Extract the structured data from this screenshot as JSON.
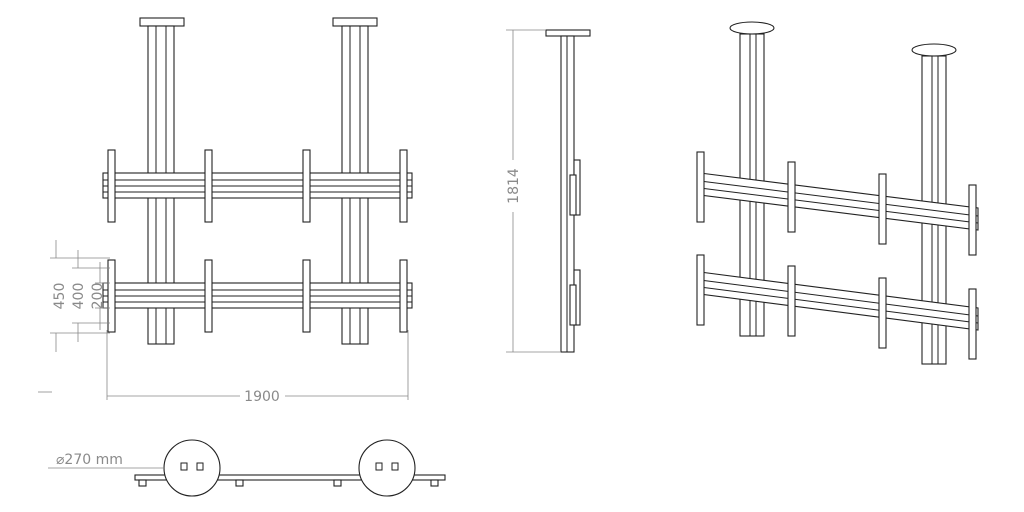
{
  "title": "Ceiling video wall mount drawing",
  "dimensions": {
    "total_height_450": "450",
    "vesa_400": "400",
    "vesa_200": "200",
    "width": "1900",
    "height": "1814",
    "plate_diameter": "⌀270 mm"
  },
  "colors": {
    "line": "#222222",
    "dimension": "#8a8a8a"
  }
}
